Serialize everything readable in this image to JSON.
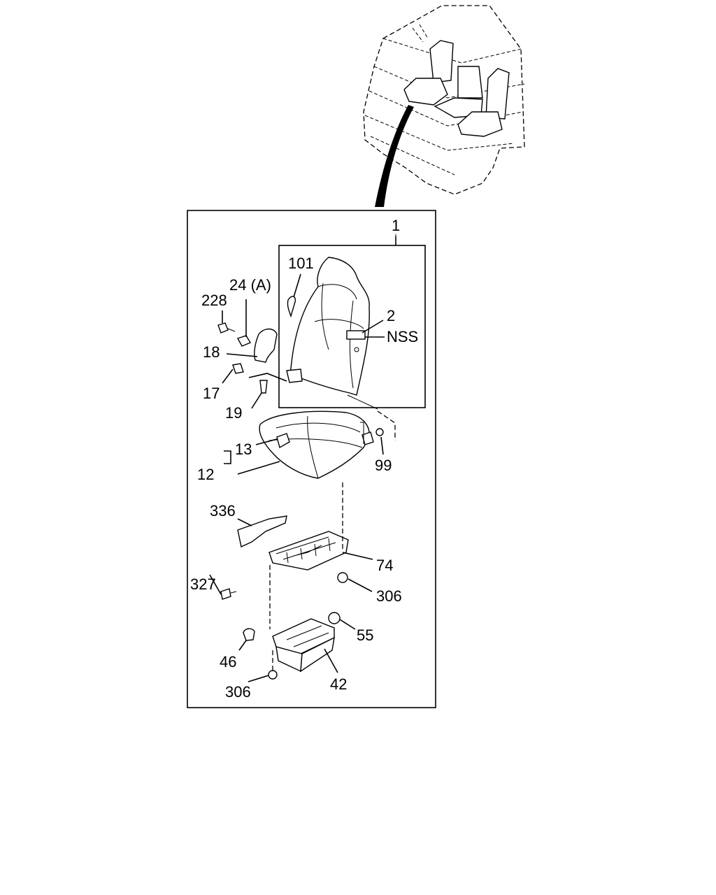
{
  "callouts": {
    "c1": "1",
    "c101": "101",
    "c24": "24 (A)",
    "c228": "228",
    "c2": "2",
    "nss": "NSS",
    "c18": "18",
    "c17": "17",
    "c19": "19",
    "c13": "13",
    "c12": "12",
    "c99": "99",
    "c336": "336",
    "c327": "327",
    "c74": "74",
    "c306a": "306",
    "c55": "55",
    "c46": "46",
    "c42": "42",
    "c306b": "306"
  },
  "colors": {
    "ink": "#000000",
    "paper": "#ffffff"
  }
}
